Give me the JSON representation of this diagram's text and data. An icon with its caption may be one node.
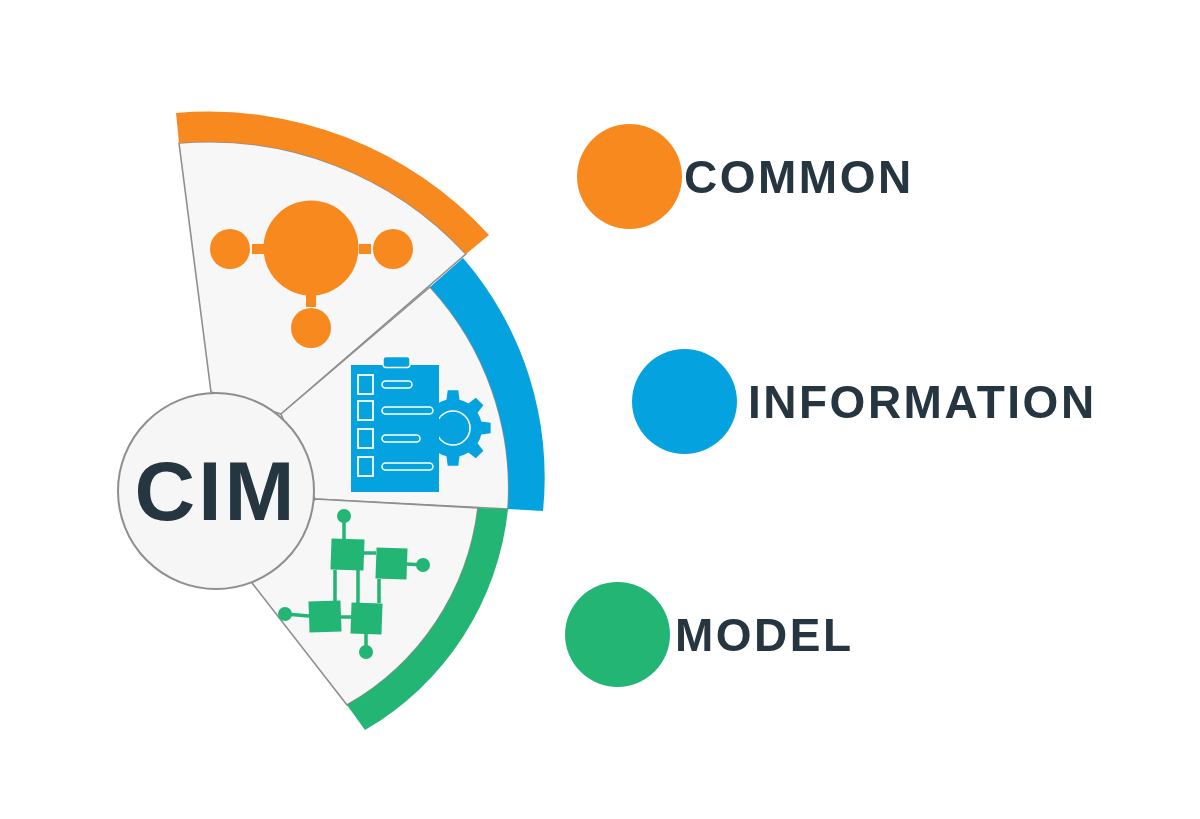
{
  "diagram": {
    "nodes": [
      {
        "text": [
          "CIM"
        ]
      },
      {
        "text": [],
        "shape": "sector"
      },
      {
        "text": [],
        "shape": "sector"
      },
      {
        "text": [],
        "shape": "sector"
      }
    ],
    "legend": [
      {
        "text": "COMMON",
        "color": "#f7891f"
      },
      {
        "text": "INFORMATION",
        "color": "#04a3df"
      },
      {
        "text": "MODEL",
        "color": "#23b573"
      }
    ]
  }
}
